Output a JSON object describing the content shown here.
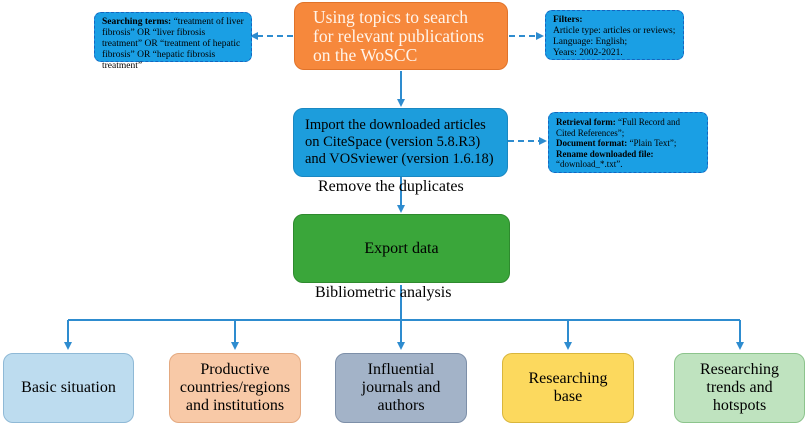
{
  "main": {
    "search": "Using topics to search for relevant publications on the WoSCC",
    "import": "Import the downloaded articles on CiteSpace (version 5.8.R3) and VOSviewer (version 1.6.18)",
    "remove_label": "Remove the duplicates",
    "export": "Export data",
    "biblio_label": "Bibliometric analysis"
  },
  "searching_terms": {
    "title": "Searching terms:",
    "text": "“treatment of liver fibrosis” OR “liver fibrosis treatment” OR “treatment of hepatic fibrosis” OR “hepatic fibrosis treatment”"
  },
  "filters": {
    "title": "Filters:",
    "lines": [
      "Article type: articles or reviews;",
      "Language: English;",
      "Years: 2002-2021."
    ]
  },
  "retrieval": {
    "form_title": "Retrieval form:",
    "form_text": "“Full Record and Cited References”;",
    "doc_title": "Document format:",
    "doc_text": "“Plain Text”;",
    "rename_title": "Rename downloaded file:",
    "rename_text": "“download_*.txt”."
  },
  "outputs": [
    {
      "label": "Basic situation",
      "color": "#bddcef"
    },
    {
      "label": "Productive countries/regions and institutions",
      "color": "#f8c9a7"
    },
    {
      "label": "Influential journals and authors",
      "color": "#a3b3c8"
    },
    {
      "label": "Researching base",
      "color": "#fcd95e"
    },
    {
      "label": "Researching trends and hotspots",
      "color": "#bfe3bf"
    }
  ],
  "colors": {
    "search_box": "#f6883c",
    "import_box": "#1d9ddc",
    "export_box": "#3aa63a",
    "arrow": "#2e8ccf",
    "side_box": "#1a9fe4"
  }
}
